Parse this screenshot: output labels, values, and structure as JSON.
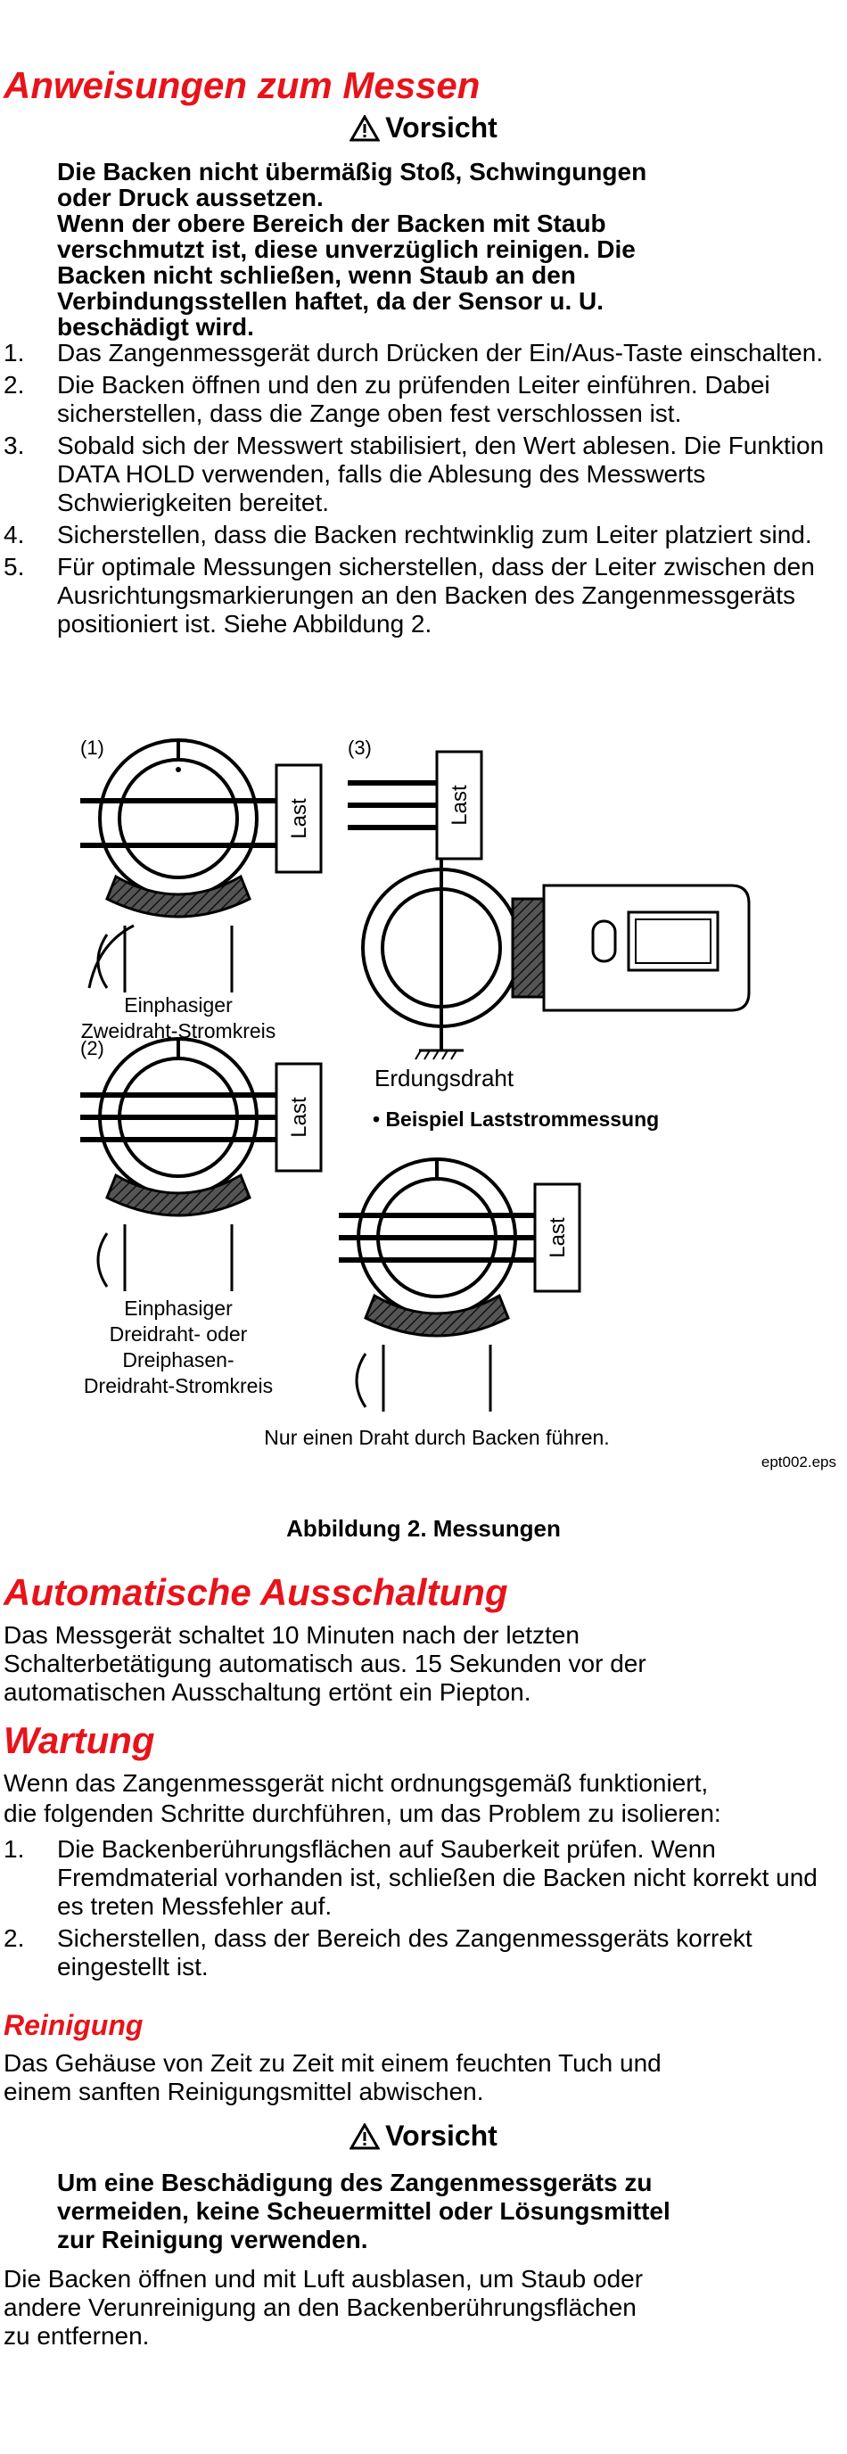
{
  "section1": {
    "title": "Anweisungen zum Messen",
    "caution_label": "Vorsicht",
    "caution_lines": [
      "Die Backen nicht übermäßig Stoß, Schwingungen",
      "oder Druck aussetzen.",
      "Wenn der obere Bereich der Backen mit Staub",
      "verschmutzt ist, diese unverzüglich reinigen. Die",
      "Backen nicht schließen, wenn Staub an den",
      "Verbindungsstellen haftet, da der Sensor u. U.",
      "beschädigt wird."
    ],
    "steps": [
      {
        "num": "1.",
        "text": "Das Zangenmessgerät durch Drücken der Ein/Aus-Taste einschalten."
      },
      {
        "num": "2.",
        "text": "Die Backen öffnen und den zu prüfenden Leiter einführen. Dabei sicherstellen, dass die Zange oben fest verschlossen ist."
      },
      {
        "num": "3.",
        "text": "Sobald sich der Messwert stabilisiert, den Wert ablesen. Die Funktion DATA HOLD verwenden, falls die Ablesung des Messwerts Schwierigkeiten bereitet."
      },
      {
        "num": "4.",
        "text": "Sicherstellen, dass die Backen rechtwinklig zum Leiter platziert sind."
      },
      {
        "num": "5.",
        "text": "Für optimale Messungen sicherstellen, dass der Leiter zwischen den Ausrichtungsmarkierungen an den Backen des Zangenmessgeräts positioniert ist. Siehe Abbildung 2."
      }
    ]
  },
  "figure": {
    "label_1": "(1)",
    "label_2": "(2)",
    "label_3": "(3)",
    "load_label": "Last",
    "single_phase_two_wire_line1": "Einphasiger",
    "single_phase_two_wire_line2": "Zweidraht-Stromkreis",
    "three_wire_line1": "Einphasiger",
    "three_wire_line2": "Dreidraht- oder",
    "three_wire_line3": "Dreiphasen-",
    "three_wire_line4": "Dreidraht-Stromkreis",
    "ground_wire": "Erdungsdraht",
    "example": "• Beispiel Laststrommessung",
    "one_wire_note": "Nur einen Draht durch Backen führen.",
    "file_ref": "ept002.eps",
    "caption": "Abbildung 2. Messungen"
  },
  "section2": {
    "title": "Automatische Ausschaltung",
    "lines": [
      "Das Messgerät schaltet 10 Minuten nach der letzten",
      "Schalterbetätigung automatisch aus. 15 Sekunden vor der",
      "automatischen Ausschaltung ertönt ein Piepton."
    ]
  },
  "section3": {
    "title": "Wartung",
    "lines": [
      "Wenn das Zangenmessgerät nicht ordnungsgemäß funktioniert,",
      "die folgenden Schritte durchführen, um das Problem zu isolieren:"
    ],
    "steps": [
      {
        "num": "1.",
        "text": "Die Backenberührungsflächen auf Sauberkeit prüfen. Wenn Fremdmaterial vorhanden ist, schließen die Backen nicht korrekt und es treten Messfehler auf."
      },
      {
        "num": "2.",
        "text": "Sicherstellen, dass der Bereich des Zangenmessgeräts korrekt eingestellt ist."
      }
    ]
  },
  "section4": {
    "title": "Reinigung",
    "lines": [
      "Das Gehäuse von Zeit zu Zeit mit einem feuchten Tuch und",
      "einem sanften Reinigungsmittel abwischen."
    ],
    "caution_label": "Vorsicht",
    "caution_lines": [
      "Um eine Beschädigung des Zangenmessgeräts zu",
      "vermeiden, keine Scheuermittel oder Lösungsmittel",
      "zur Reinigung verwenden."
    ],
    "after_lines": [
      "Die Backen öffnen und mit Luft ausblasen, um Staub oder",
      "andere Verunreinigung an den Backenberührungsflächen",
      "zu entfernen."
    ]
  }
}
